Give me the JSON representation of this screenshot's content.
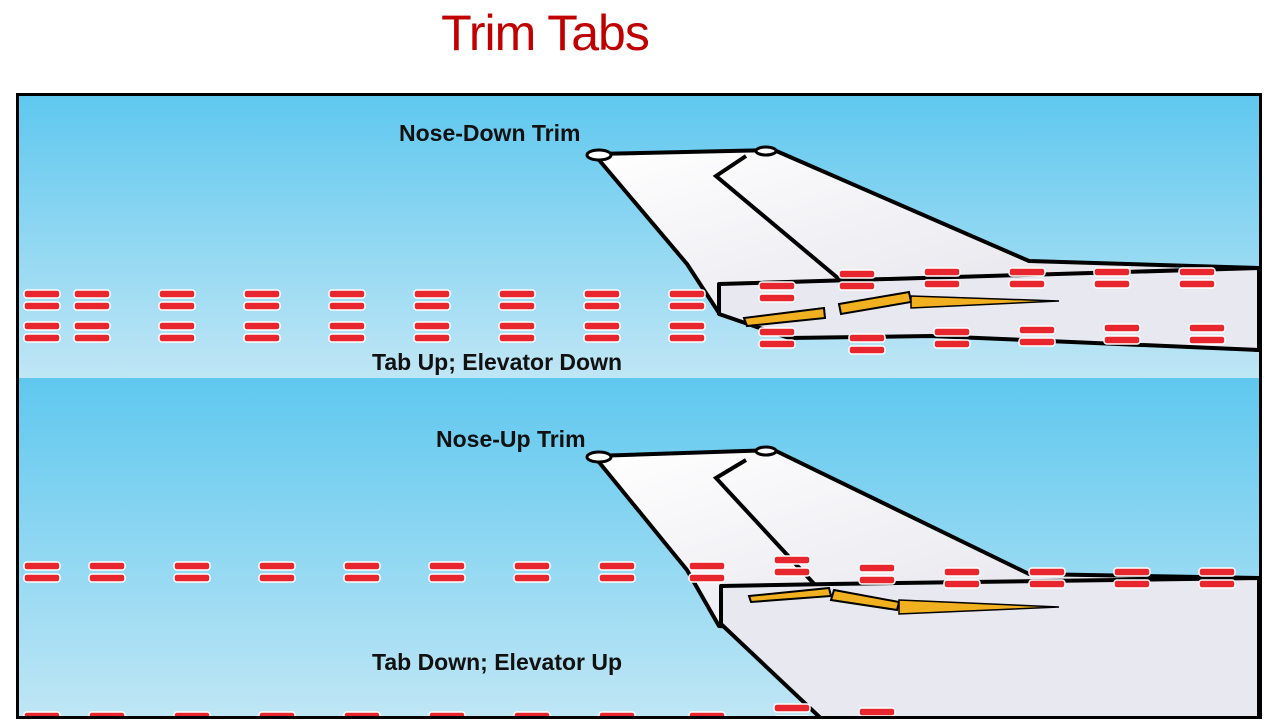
{
  "slide": {
    "title": "Trim Tabs"
  },
  "panels": [
    {
      "heading": "Nose-Down Trim",
      "caption": "Tab Up; Elevator Down"
    },
    {
      "heading": "Nose-Up Trim",
      "caption": "Tab Down; Elevator Up"
    }
  ],
  "colors": {
    "title": "#c00000",
    "sky_top": "#5fc8ef",
    "sky_bottom": "#bfe6f5",
    "airflow_dash": "#e8262e",
    "tail_surface": "#f4f4f8",
    "trim_tab": "#f0b020"
  }
}
